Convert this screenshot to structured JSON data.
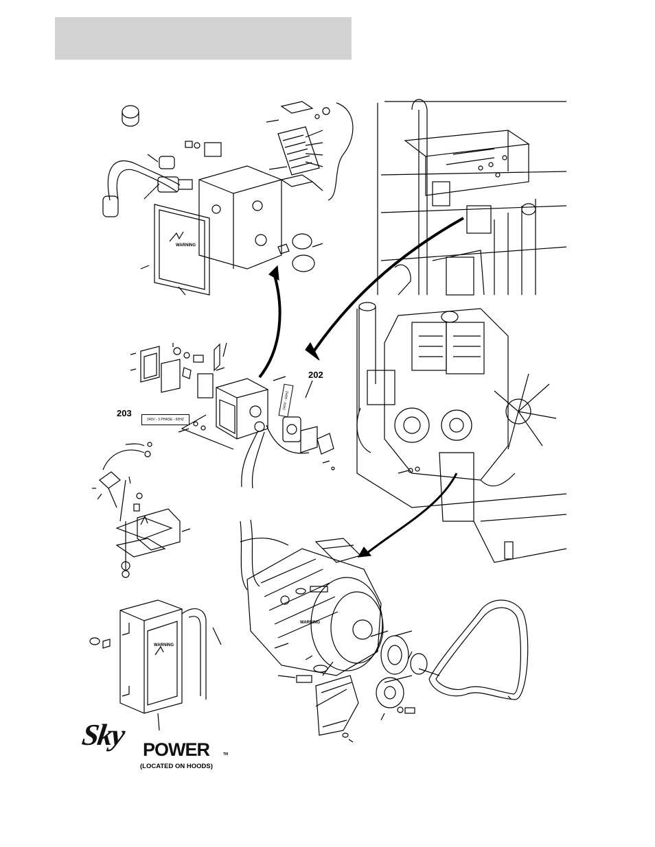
{
  "header": {
    "text": ""
  },
  "callouts": {
    "c202": "202",
    "c203": "203"
  },
  "decals": {
    "voltage_3phase": "240V - 3 PHASE - 60HZ",
    "voltage_60hz": "240V - 60HZ"
  },
  "warning_labels": {
    "main_box": "WARNING",
    "lower_box": "WARNING",
    "generator": "WARNING"
  },
  "logo": {
    "sky": "Sky",
    "power": "POWER",
    "tm": "TM",
    "note": "(LOCATED ON HOODS)"
  },
  "colors": {
    "header_band": "#d3d3d3",
    "ink": "#000000"
  }
}
